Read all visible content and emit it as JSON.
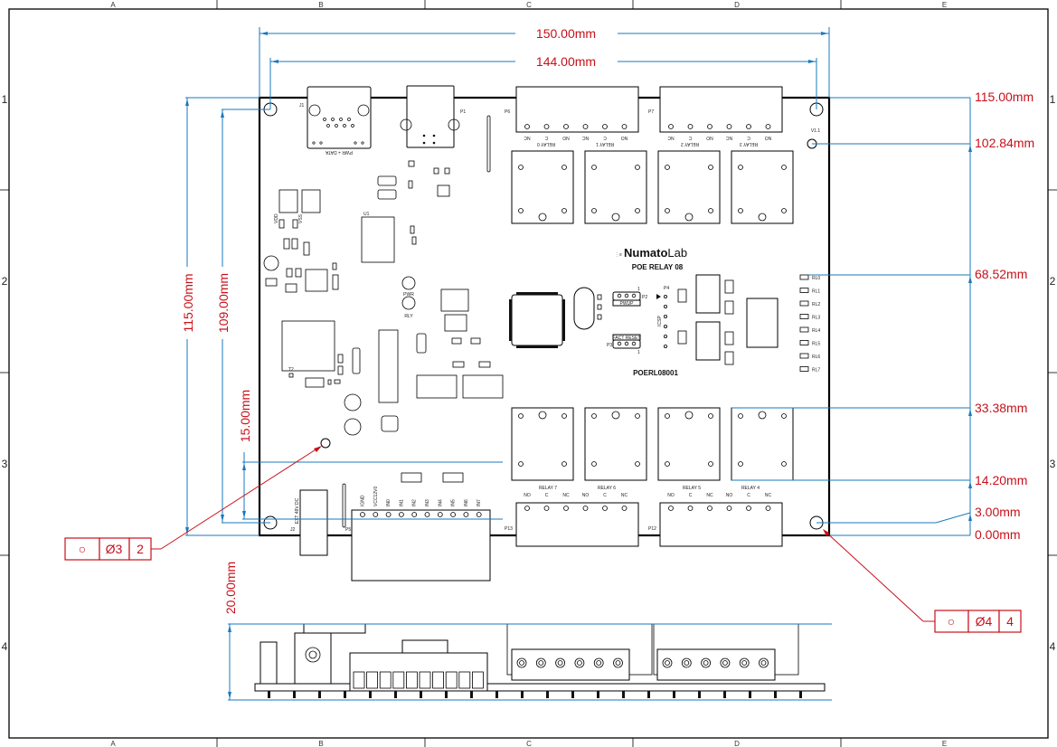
{
  "drawing": {
    "type": "Mechanical dimension drawing",
    "board_name": "POE RELAY 08",
    "brand": "NumatoLab",
    "brand_parts": [
      "Numato",
      "Lab"
    ],
    "part_number": "POERL08001",
    "version": "V1.1",
    "accent_color": "#1a7abf",
    "annotation_color": "#c8101a"
  },
  "zones": {
    "columns": [
      "A",
      "B",
      "C",
      "D",
      "E"
    ],
    "rows": [
      "1",
      "2",
      "3",
      "4"
    ]
  },
  "dimensions": {
    "horizontal": [
      {
        "id": "overall-width",
        "label": "150.00mm",
        "value_mm": 150.0
      },
      {
        "id": "hole-spacing-width",
        "label": "144.00mm",
        "value_mm": 144.0
      }
    ],
    "vertical_left": [
      {
        "id": "overall-height",
        "label": "115.00mm",
        "value_mm": 115.0
      },
      {
        "id": "hole-spacing-height",
        "label": "109.00mm",
        "value_mm": 109.0
      },
      {
        "id": "connector-offset",
        "label": "15.00mm",
        "value_mm": 15.0
      }
    ],
    "ordinate_right": [
      {
        "label": "115.00mm",
        "value_mm": 115.0
      },
      {
        "label": "102.84mm",
        "value_mm": 102.84
      },
      {
        "label": "68.52mm",
        "value_mm": 68.52
      },
      {
        "label": "33.38mm",
        "value_mm": 33.38
      },
      {
        "label": "14.20mm",
        "value_mm": 14.2
      },
      {
        "label": "3.00mm",
        "value_mm": 3.0
      },
      {
        "label": "0.00mm",
        "value_mm": 0.0
      }
    ],
    "side_view_height": {
      "label": "20.00mm",
      "value_mm": 20.0
    }
  },
  "hole_callouts": [
    {
      "symbol": "○",
      "diameter": "Ø3",
      "count": "2"
    },
    {
      "symbol": "○",
      "diameter": "Ø4",
      "count": "4"
    }
  ],
  "silkscreen": {
    "j1": "J1",
    "p1": "P1",
    "j1_label": "PWR + DATA",
    "p6": "P6",
    "p7": "P7",
    "p12": "P12",
    "p13": "P13",
    "p5": "P5",
    "j2": "J2",
    "p2": "P2",
    "p3": "P3",
    "p4": "P4",
    "u1": "U1",
    "t2": "T2",
    "pwr": "PWR",
    "rly": "RLY",
    "vdd": "VDD",
    "vss": "VSS",
    "ext_dc": "EXT 48V DC",
    "icsp": "ICSP",
    "pwup": "PWUP",
    "fact_reset": "FACT RESET",
    "pin1": "1",
    "top_connectors": [
      {
        "relays": [
          "RELAY 0",
          "RELAY 1"
        ],
        "pins": [
          "NC",
          "C",
          "NO",
          "NC",
          "C",
          "NO"
        ]
      },
      {
        "relays": [
          "RELAY 2",
          "RELAY 3"
        ],
        "pins": [
          "NC",
          "C",
          "NO",
          "NC",
          "C",
          "NO"
        ]
      }
    ],
    "bottom_connectors": [
      {
        "relays": [
          "RELAY 7",
          "RELAY 6"
        ],
        "pins": [
          "NO",
          "C",
          "NC",
          "NO",
          "C",
          "NC"
        ]
      },
      {
        "relays": [
          "RELAY 5",
          "RELAY 4"
        ],
        "pins": [
          "NO",
          "C",
          "NC",
          "NO",
          "C",
          "NC"
        ]
      }
    ],
    "input_header": [
      "IGND",
      "VCC12V0",
      "IN0",
      "IN1",
      "IN2",
      "IN3",
      "IN4",
      "IN5",
      "IN6",
      "IN7"
    ],
    "relay_leds": [
      "RL0",
      "RL1",
      "RL2",
      "RL3",
      "RL4",
      "RL5",
      "RL6",
      "RL7"
    ]
  }
}
